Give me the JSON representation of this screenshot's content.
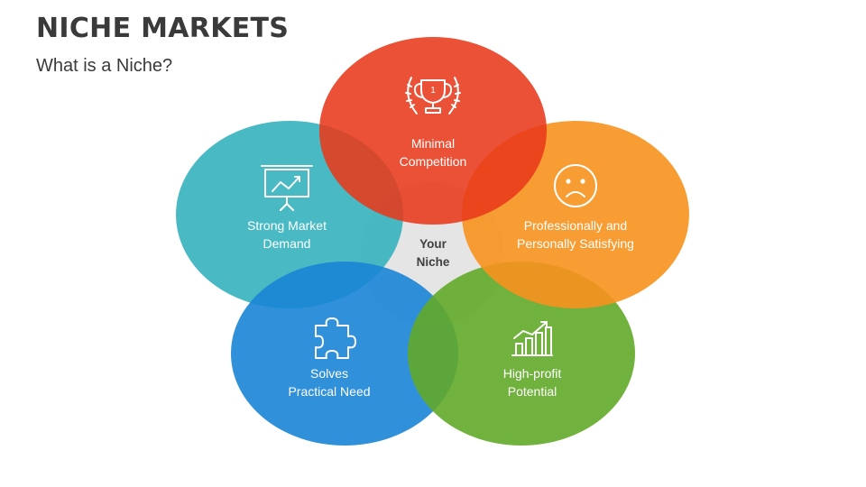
{
  "header": {
    "title": "NICHE MARKETS",
    "subtitle": "What is a Niche?"
  },
  "diagram": {
    "center": {
      "line1": "Your",
      "line2": "Niche"
    },
    "petals": [
      {
        "id": "top",
        "line1": "Minimal",
        "line2": "Competition",
        "color": "#e8391a",
        "icon": "trophy-icon"
      },
      {
        "id": "left",
        "line1": "Strong Market",
        "line2": "Demand",
        "color": "#3ab3be",
        "icon": "presentation-chart-icon"
      },
      {
        "id": "right",
        "line1": "Professionally and",
        "line2": "Personally Satisfying",
        "color": "#f7921e",
        "icon": "sad-face-icon"
      },
      {
        "id": "bottom-left",
        "line1": "Solves",
        "line2": "Practical Need",
        "color": "#1a85d6",
        "icon": "puzzle-piece-icon"
      },
      {
        "id": "bottom-right",
        "line1": "High-profit",
        "line2": "Potential",
        "color": "#62a829",
        "icon": "growth-chart-icon"
      }
    ]
  }
}
